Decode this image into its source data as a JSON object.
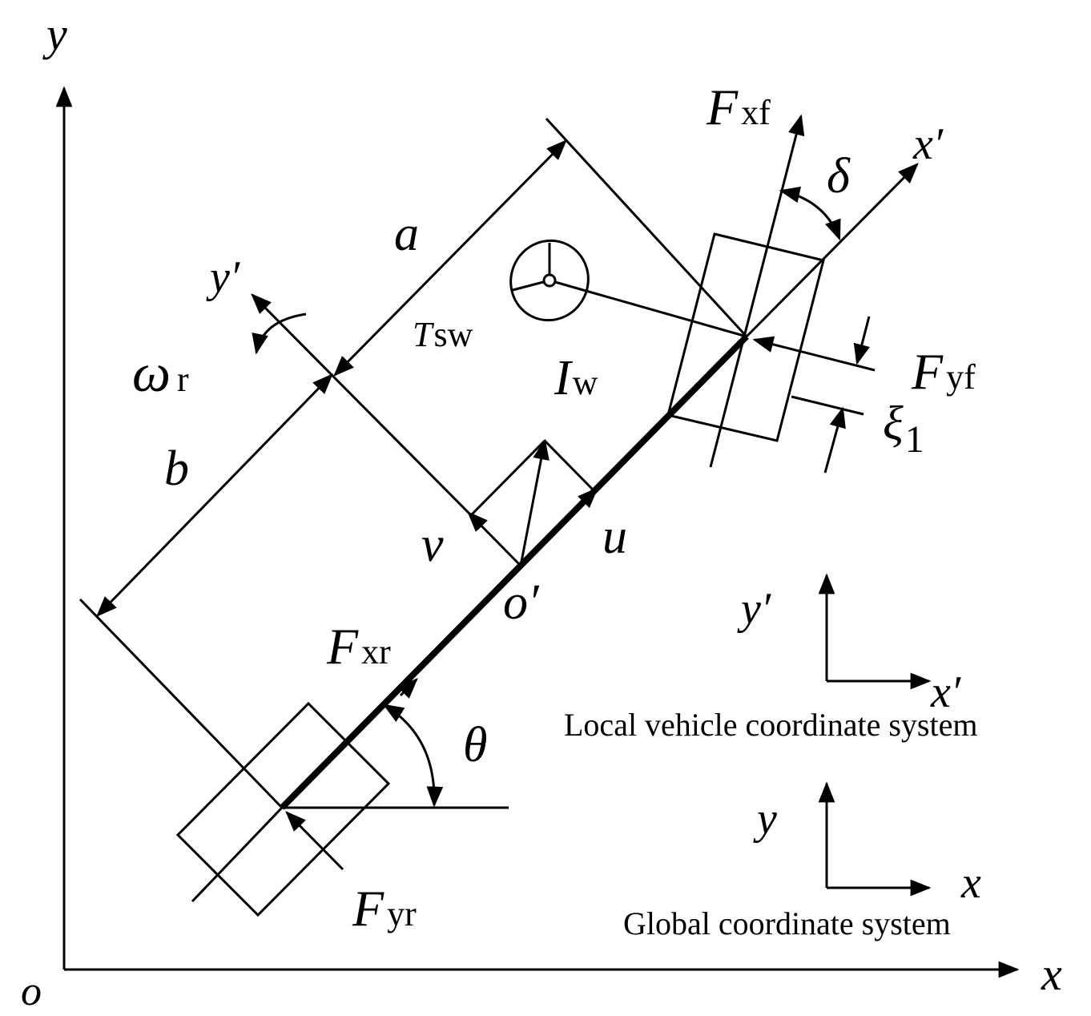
{
  "global_axes": {
    "origin": "o",
    "x_label": "x",
    "y_label": "y"
  },
  "vehicle_axes": {
    "x_label": "x′",
    "y_label": "y′",
    "center_label": "o′"
  },
  "dimensions": {
    "front_length": "a",
    "rear_length": "b"
  },
  "velocities": {
    "longitudinal": "u",
    "lateral": "v"
  },
  "rotation": {
    "symbol": "ω",
    "subscript": "r"
  },
  "angles": {
    "heading": "θ",
    "steering": "δ"
  },
  "forces": {
    "front_longitudinal": {
      "symbol": "F",
      "subscript": "xf"
    },
    "front_lateral": {
      "symbol": "F",
      "subscript": "yf"
    },
    "rear_longitudinal": {
      "symbol": "F",
      "subscript": "xr"
    },
    "rear_lateral": {
      "symbol": "F",
      "subscript": "yr"
    }
  },
  "steering": {
    "torque": {
      "symbol": "T",
      "subscript": "sw"
    },
    "inertia": {
      "symbol": "I",
      "subscript": "w"
    },
    "offset": {
      "symbol": "ξ",
      "subscript": "1"
    }
  },
  "legend": {
    "local_title": "Local vehicle coordinate system",
    "local_x": "x′",
    "local_y": "y′",
    "global_title": "Global coordinate system",
    "global_x": "x",
    "global_y": "y"
  }
}
